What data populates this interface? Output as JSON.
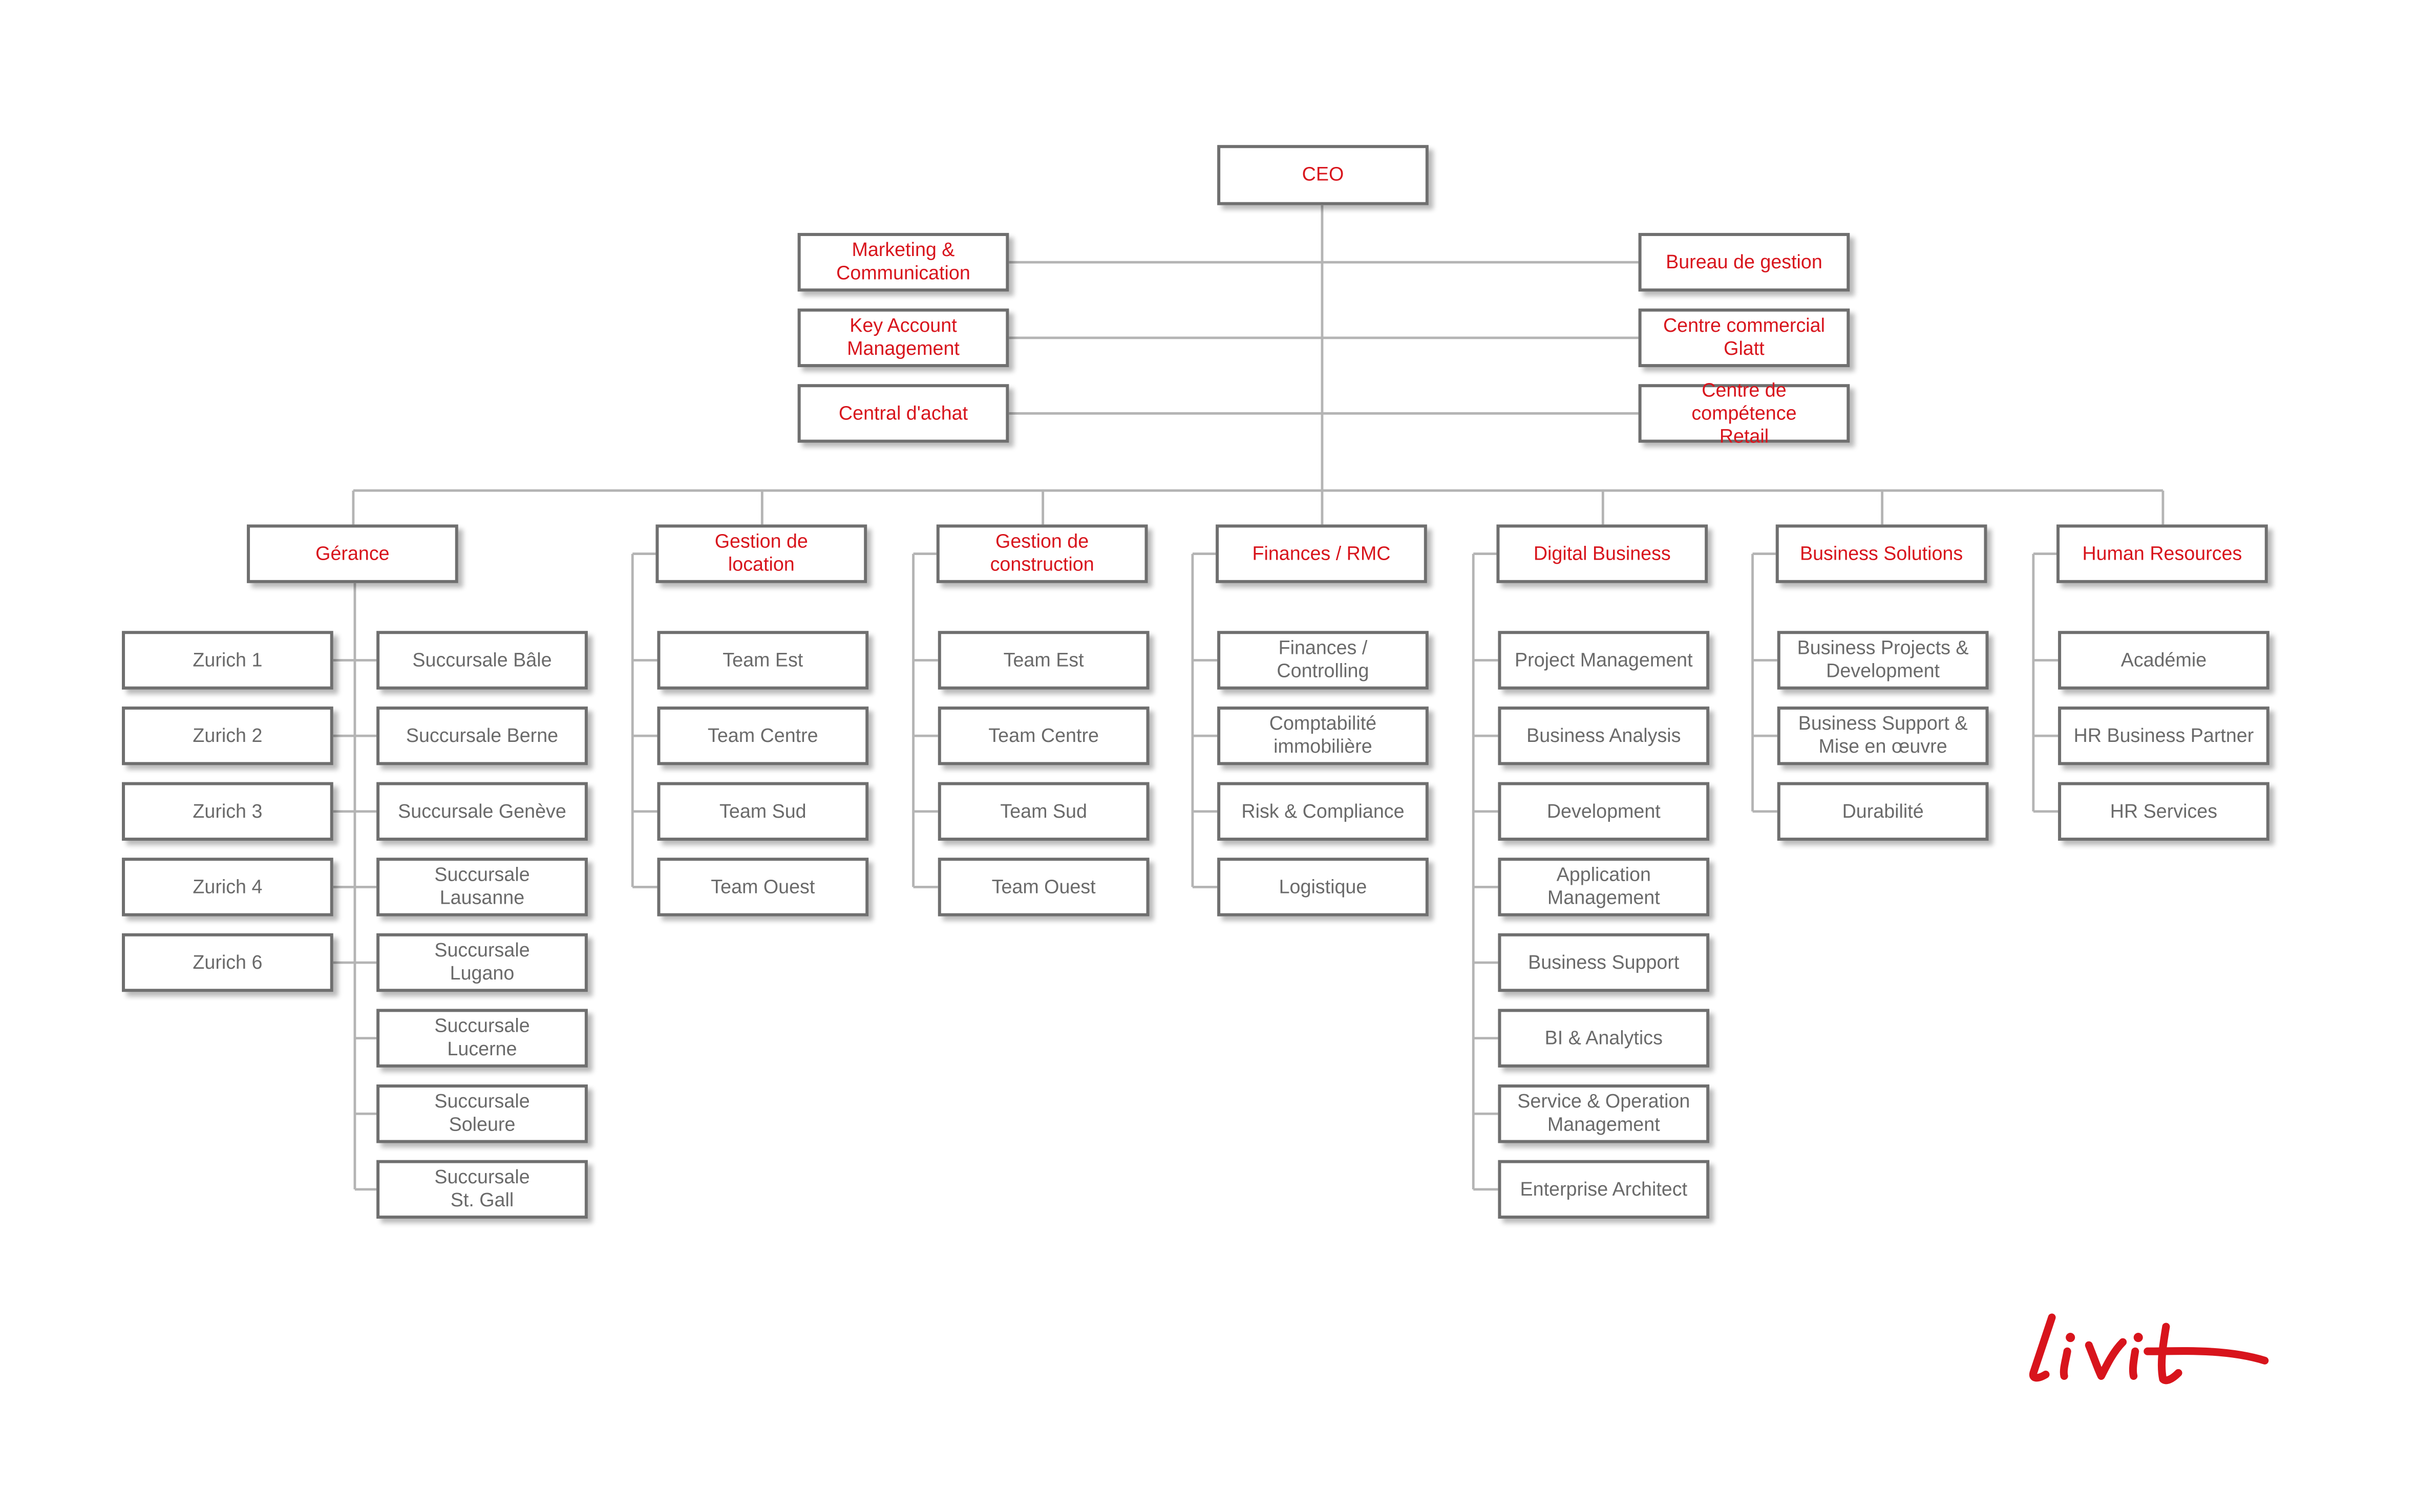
{
  "colors": {
    "accent": "#d8141c",
    "unit_text": "#6a6a6a",
    "line": "#b4b4b4",
    "border": "#6f6f6f"
  },
  "ceo": "CEO",
  "staff": {
    "left": [
      "Marketing &\nCommunication",
      "Key Account\nManagement",
      "Central d'achat"
    ],
    "right": [
      "Bureau de gestion",
      "Centre commercial\nGlatt",
      "Centre de compétence\nRetail"
    ]
  },
  "departments": [
    {
      "title": "Gérance",
      "units_left": [
        "Zurich 1",
        "Zurich 2",
        "Zurich 3",
        "Zurich 4",
        "Zurich 6"
      ],
      "units_right": [
        "Succursale Bâle",
        "Succursale Berne",
        "Succursale Genève",
        "Succursale\nLausanne",
        "Succursale\nLugano",
        "Succursale\nLucerne",
        "Succursale\nSoleure",
        "Succursale\nSt. Gall"
      ]
    },
    {
      "title": "Gestion de\nlocation",
      "units": [
        "Team Est",
        "Team Centre",
        "Team Sud",
        "Team Ouest"
      ]
    },
    {
      "title": "Gestion de\nconstruction",
      "units": [
        "Team Est",
        "Team Centre",
        "Team Sud",
        "Team Ouest"
      ]
    },
    {
      "title": "Finances / RMC",
      "units": [
        "Finances /\nControlling",
        "Comptabilité\nimmobilière",
        "Risk & Compliance",
        "Logistique"
      ]
    },
    {
      "title": "Digital Business",
      "units": [
        "Project Management",
        "Business Analysis",
        "Development",
        "Application\nManagement",
        "Business Support",
        "BI & Analytics",
        "Service & Operation\nManagement",
        "Enterprise Architect"
      ]
    },
    {
      "title": "Business Solutions",
      "units": [
        "Business Projects &\nDevelopment",
        "Business Support &\nMise en œuvre",
        "Durabilité"
      ]
    },
    {
      "title": "Human Resources",
      "units": [
        "Académie",
        "HR Business Partner",
        "HR Services"
      ]
    }
  ],
  "logo_text": "Livit"
}
